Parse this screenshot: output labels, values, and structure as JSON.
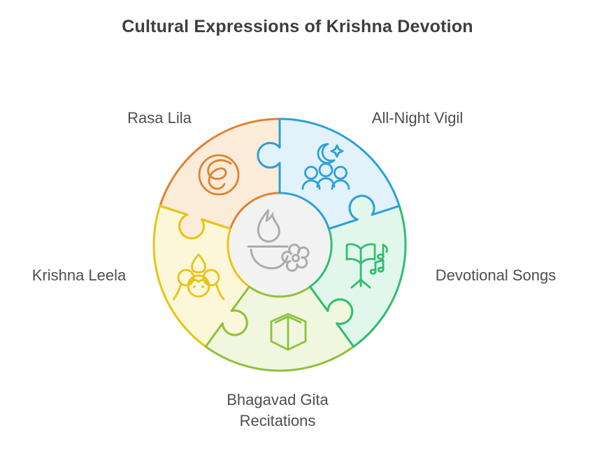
{
  "title": "Cultural Expressions of Krishna Devotion",
  "diagram": {
    "type": "circular-puzzle-wheel",
    "center": {
      "icons": [
        "diya-lamp-icon",
        "flower-icon"
      ],
      "fill": "#f2f2f3",
      "icon_color": "#acacac"
    },
    "segments": [
      {
        "label": "Rasa Lila",
        "icon": "dance-swirl-icon",
        "stroke": "#e0812f",
        "fill": "#fbebd9",
        "position": "top-left"
      },
      {
        "label": "All-Night Vigil",
        "icon": "moon-and-devotees-icon",
        "stroke": "#2ba0da",
        "fill": "#e1f2fb",
        "position": "top-right"
      },
      {
        "label": "Devotional Songs",
        "icon": "music-stand-notes-icon",
        "stroke": "#2ebe71",
        "fill": "#e2f7ec",
        "position": "right"
      },
      {
        "label": "Bhagavad Gita Recitations",
        "icon": "open-book-icon",
        "stroke": "#8fc03c",
        "fill": "#f0f7de",
        "position": "bottom"
      },
      {
        "label": "Krishna Leela",
        "icon": "krishna-face-icon",
        "stroke": "#e7c417",
        "fill": "#fcf7d8",
        "position": "left"
      }
    ],
    "text_color": "#4e4e4e",
    "title_color": "#3e3e3e"
  }
}
